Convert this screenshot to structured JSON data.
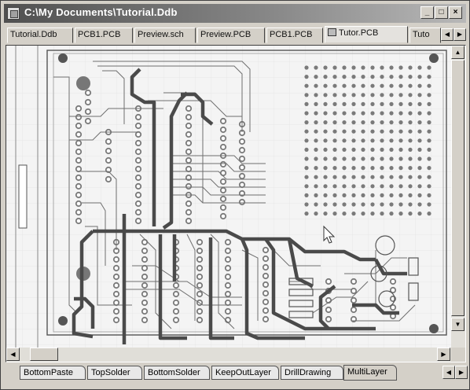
{
  "window": {
    "title": "C:\\My Documents\\Tutorial.Ddb",
    "minimize_label": "_",
    "maximize_label": "□",
    "close_label": "×"
  },
  "tabs": [
    {
      "label": "Tutorial.Ddb"
    },
    {
      "label": "PCB1.PCB"
    },
    {
      "label": "Preview.sch"
    },
    {
      "label": "Preview.PCB"
    },
    {
      "label": "PCB1.PCB"
    },
    {
      "label": "Tutor.PCB",
      "active": true
    },
    {
      "label": "Tuto"
    }
  ],
  "tab_scroll": {
    "left": "◀",
    "right": "▶"
  },
  "scrollbars": {
    "up": "▲",
    "down": "▼",
    "left": "◀",
    "right": "▶"
  },
  "layers": [
    {
      "label": "BottomPaste"
    },
    {
      "label": "TopSolder"
    },
    {
      "label": "BottomSolder"
    },
    {
      "label": "KeepOutLayer"
    },
    {
      "label": "DrillDrawing"
    },
    {
      "label": "MultiLayer",
      "active": true
    }
  ],
  "colors": {
    "trace_heavy": "#4a4a4a",
    "trace_thin": "#6e6e6e",
    "pad": "#7a7a7a",
    "board_bg": "#f4f4f4"
  }
}
